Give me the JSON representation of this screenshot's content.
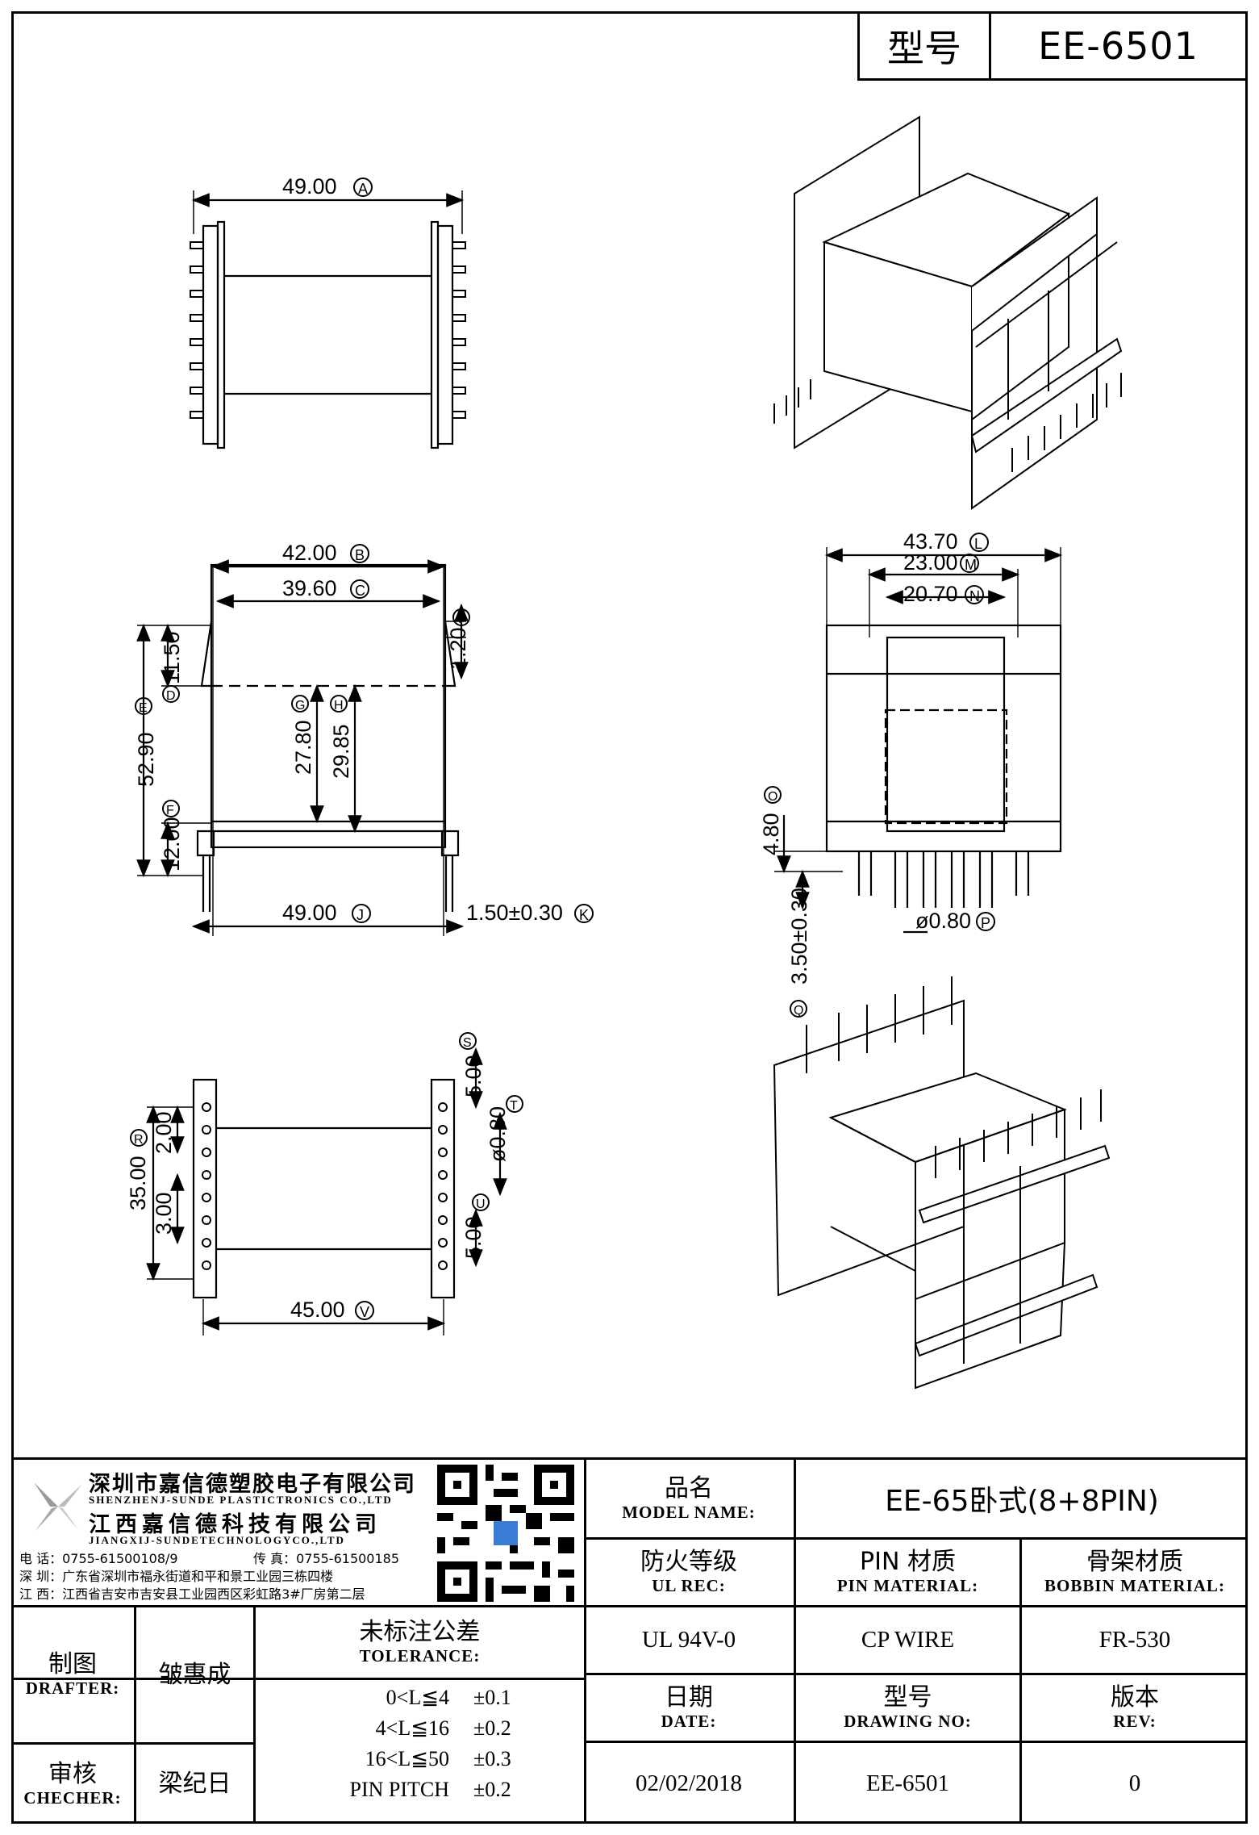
{
  "title_block": {
    "label": "型号",
    "value": "EE-6501"
  },
  "dims": {
    "top_view_width": "49.00",
    "top_view_mark": "A",
    "front_outer_width": "42.00",
    "front_outer_mark": "B",
    "front_inner_width": "39.60",
    "front_inner_mark": "C",
    "top_flange": "11.50",
    "top_flange_mark": "D",
    "flange_thick": "1.20",
    "flange_thick_mark": "I",
    "total_height": "52.90",
    "total_height_mark": "E",
    "window_inner": "27.80",
    "window_inner_mark": "G",
    "window_outer": "29.85",
    "window_outer_mark": "H",
    "bottom_flange": "12.00",
    "bottom_flange_mark": "F",
    "base_width": "49.00",
    "base_width_mark": "J",
    "pin_offset": "1.50±0.30",
    "pin_offset_mark": "K",
    "side_overall": "43.70",
    "side_overall_mark": "L",
    "side_mid": "23.00",
    "side_mid_mark": "M",
    "side_inner": "20.70",
    "side_inner_mark": "N",
    "pin_len": "4.80",
    "pin_len_mark": "O",
    "pin_dia": "ø0.80",
    "pin_dia_mark": "P",
    "pin_extend": "3.50±0.30",
    "pin_extend_mark": "Q",
    "bot_total": "35.00",
    "bot_total_mark": "R",
    "bot_pitch_a": "2.00",
    "bot_pitch_b": "3.00",
    "bot_right_a": "5.00",
    "bot_right_a_mark": "S",
    "bot_hole": "ø0.80",
    "bot_hole_mark": "T",
    "bot_right_b": "5.00",
    "bot_right_b_mark": "U",
    "bot_width": "45.00",
    "bot_width_mark": "V"
  },
  "company": {
    "name_sz": "深圳市嘉信德塑胶电子有限公司",
    "name_sz_en": "SHENZHENJ-SUNDE PLASTICTRONICS CO.,LTD",
    "name_jx": "江西嘉信德科技有限公司",
    "name_jx_en": "JIANGXIJ-SUNDETECHNOLOGYCO.,LTD",
    "tel": "电 话：0755-61500108/9",
    "fax": "传 真：0755-61500185",
    "addr_sz": "深 圳：广东省深圳市福永街道和平和景工业园三栋四楼",
    "addr_jx": "江 西：江西省吉安市吉安县工业园西区彩虹路3#厂房第二层"
  },
  "table": {
    "model_name_zh": "品名",
    "model_name_en": "MODEL NAME:",
    "model_name_val": "EE-65卧式(8+8PIN)",
    "ul_zh": "防火等级",
    "ul_en": "UL REC:",
    "ul_val": "UL 94V-0",
    "pin_zh": "PIN 材质",
    "pin_en": "PIN MATERIAL:",
    "pin_val": "CP WIRE",
    "bobbin_zh": "骨架材质",
    "bobbin_en": "BOBBIN MATERIAL:",
    "bobbin_val": "FR-530",
    "drafter_zh": "制图",
    "drafter_en": "DRAFTER:",
    "drafter_val": "皱惠成",
    "checker_zh": "审核",
    "checker_en": "CHECHER:",
    "checker_val": "梁纪日",
    "tol_zh": "未标注公差",
    "tol_en": "TOLERANCE:",
    "tol_rows": [
      {
        "range": "0<L≦4",
        "val": "±0.1"
      },
      {
        "range": "4<L≦16",
        "val": "±0.2"
      },
      {
        "range": "16<L≦50",
        "val": "±0.3"
      },
      {
        "range": "PIN PITCH",
        "val": "±0.2"
      }
    ],
    "date_zh": "日期",
    "date_en": "DATE:",
    "date_val": "02/02/2018",
    "dwg_zh": "型号",
    "dwg_en": "DRAWING NO:",
    "dwg_val": "EE-6501",
    "rev_zh": "版本",
    "rev_en": "REV:",
    "rev_val": "0"
  }
}
